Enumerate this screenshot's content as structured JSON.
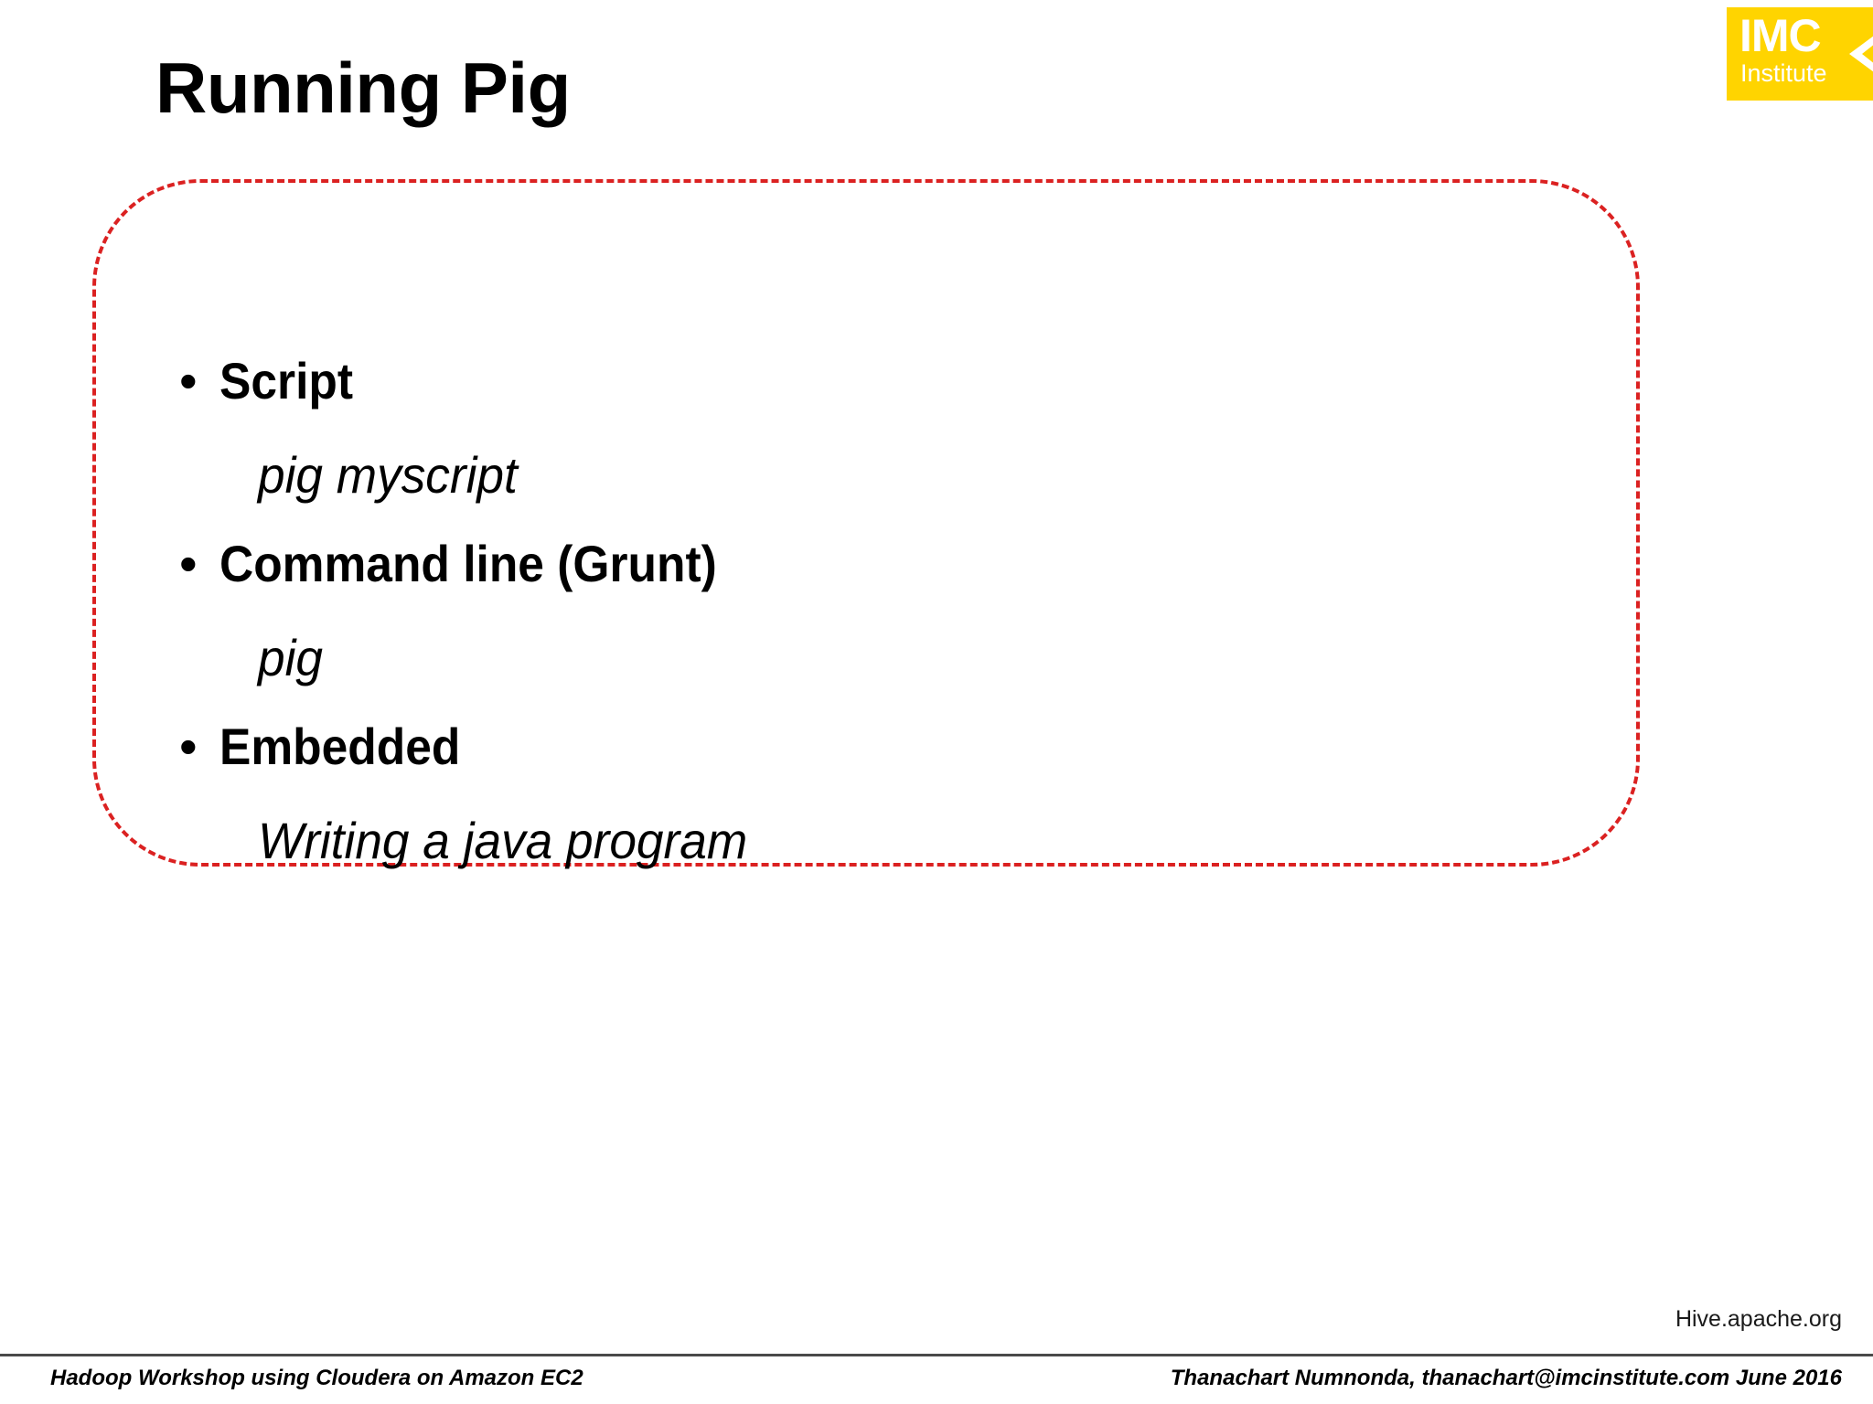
{
  "slide": {
    "title": "Running Pig",
    "background_color": "#ffffff"
  },
  "logo": {
    "name": "IMC Institute",
    "primary_text": "IMC",
    "secondary_text": "Institute",
    "background_color": "#FFD400",
    "text_color": "#ffffff"
  },
  "callout": {
    "border_color": "#DB2121",
    "border_style": "dashed"
  },
  "content": {
    "items": [
      {
        "bullet": "•",
        "label": "Script",
        "detail": "pig myscript"
      },
      {
        "bullet": "•",
        "label": "Command line (Grunt)",
        "detail": "pig"
      },
      {
        "bullet": "•",
        "label": "Embedded",
        "detail": "Writing a java program"
      }
    ]
  },
  "source_note": "Hive.apache.org",
  "footer": {
    "left": "Hadoop Workshop using Cloudera on Amazon EC2",
    "right": "Thanachart Numnonda,  thanachart@imcinstitute.com  June 2016",
    "rule_color": "#4a4a4a"
  }
}
